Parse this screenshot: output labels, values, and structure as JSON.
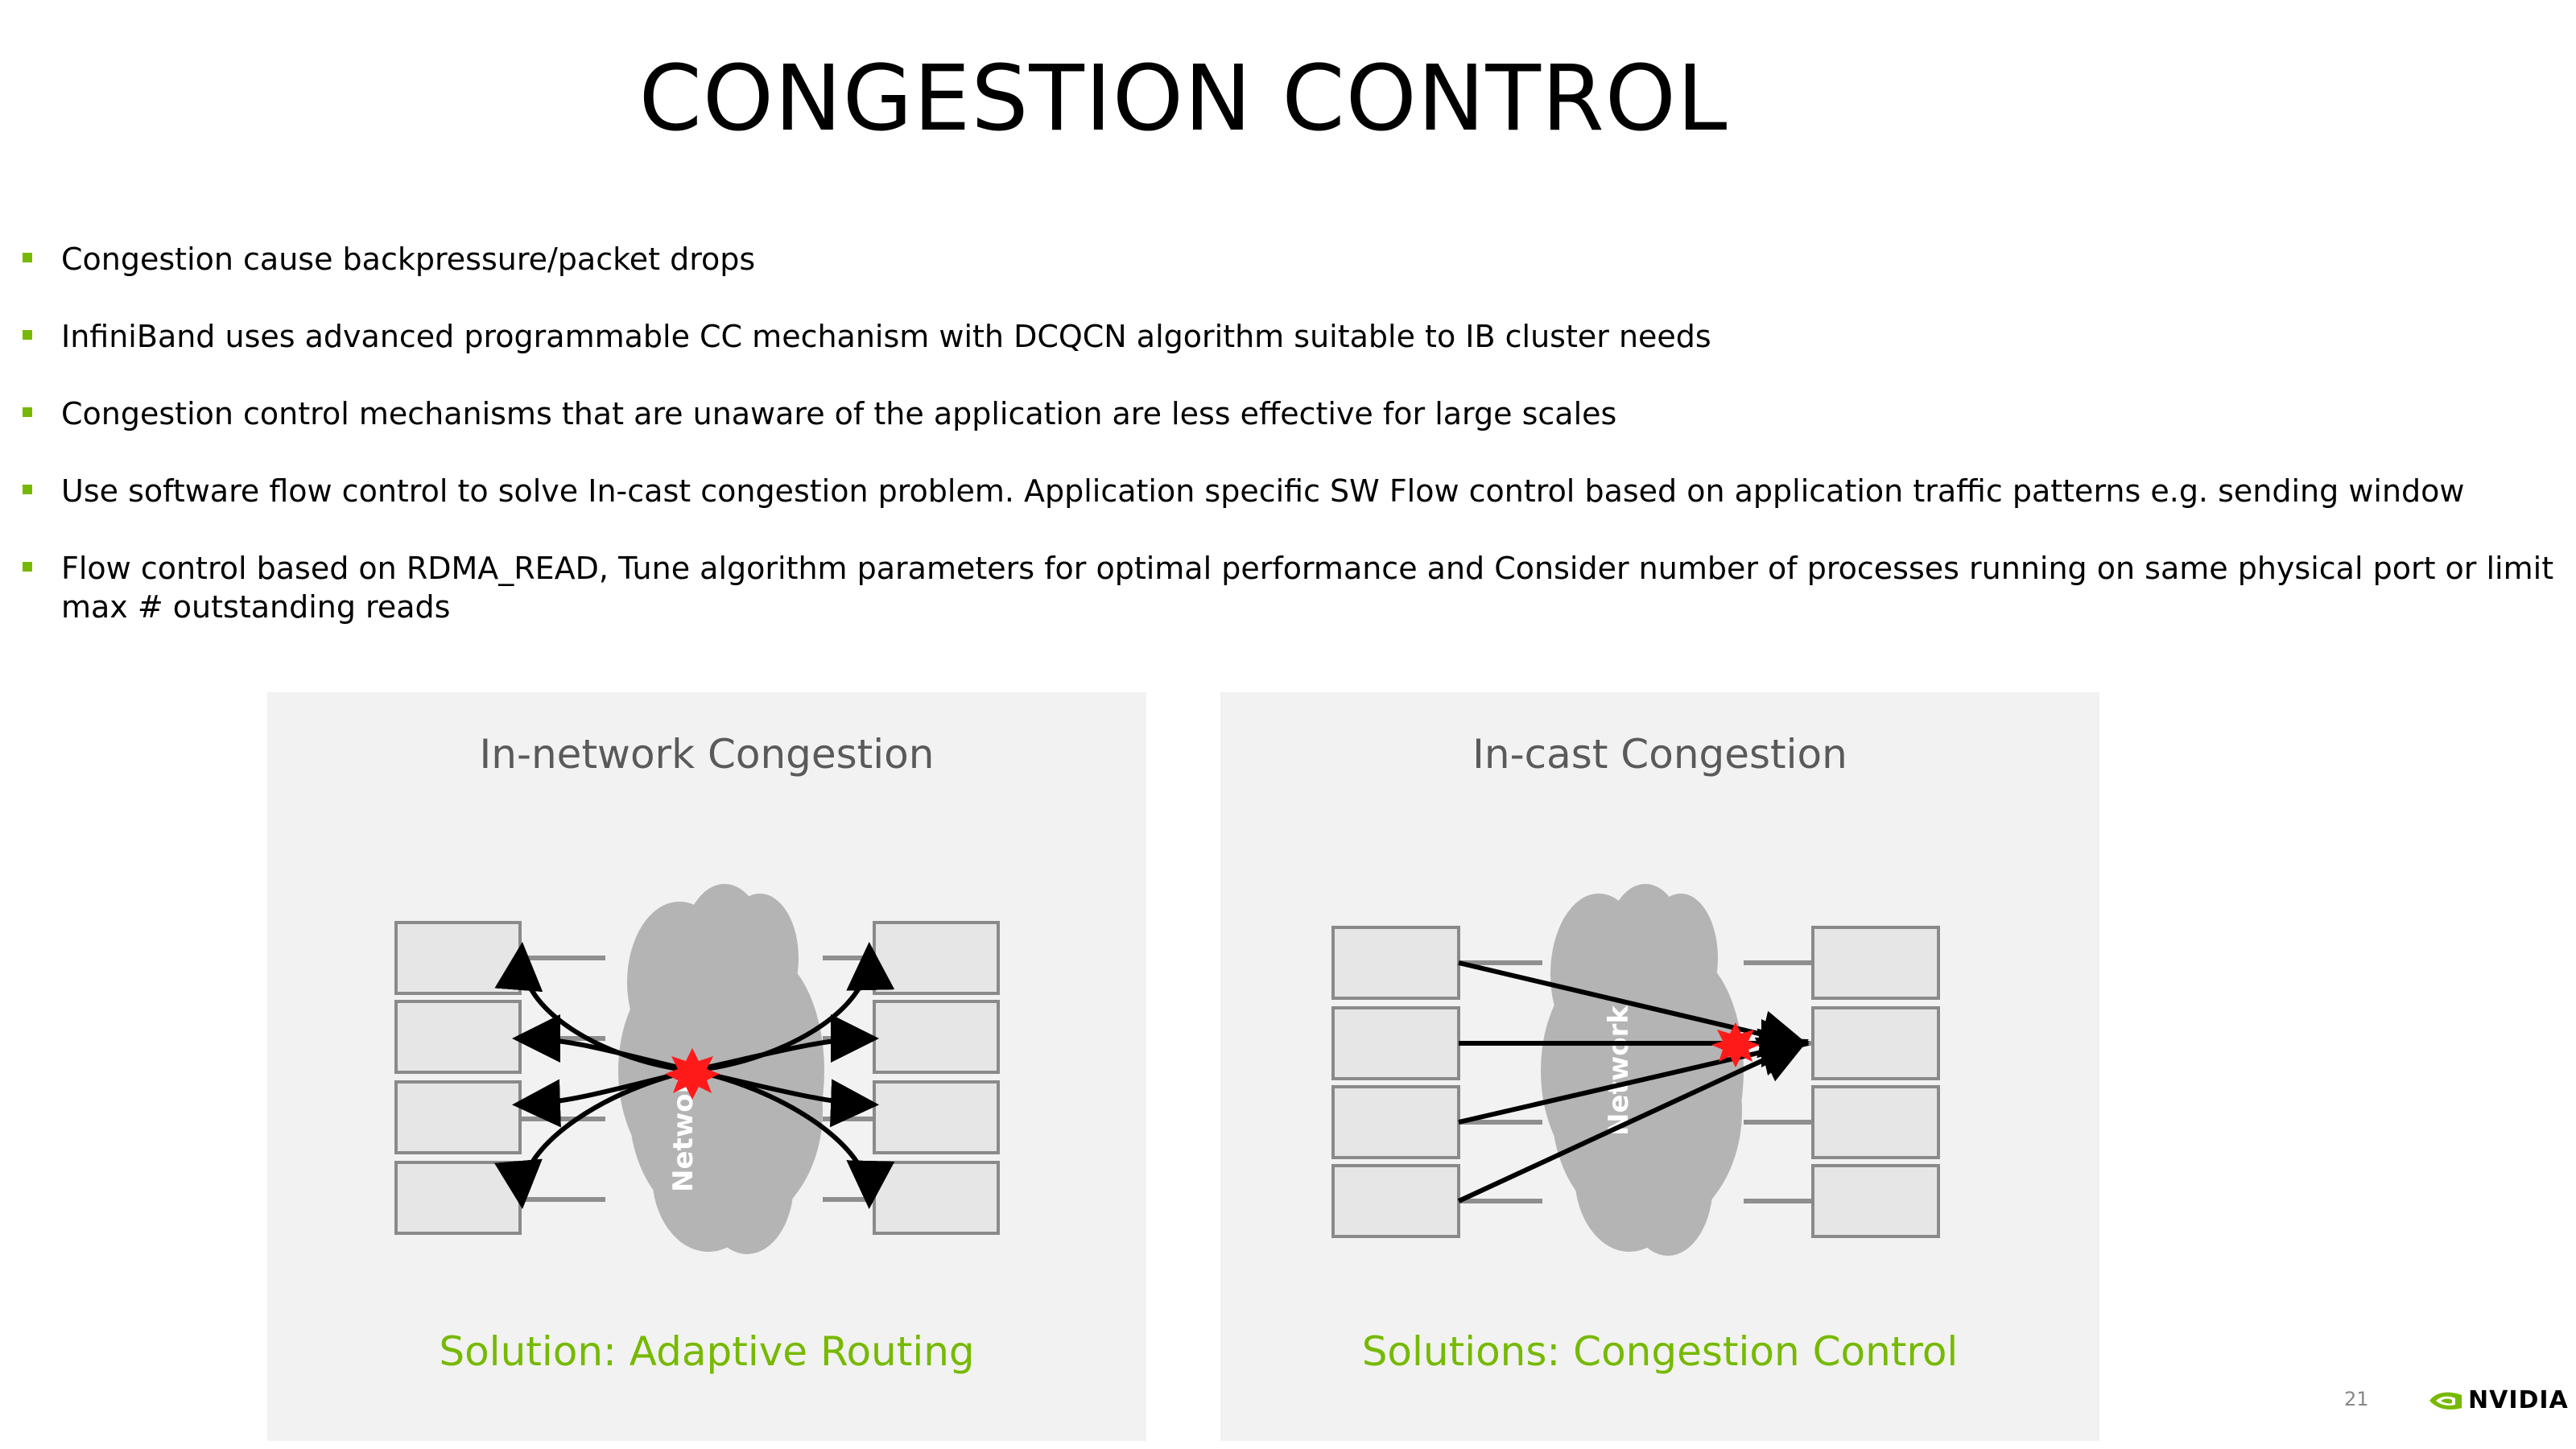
{
  "slide": {
    "title": "CONGESTION CONTROL",
    "page_number": "21",
    "accent_color": "#76b900"
  },
  "bullets": [
    "Congestion cause backpressure/packet drops",
    "InfiniBand uses advanced programmable CC mechanism with DCQCN algorithm suitable to IB cluster needs",
    "Congestion control mechanisms that are unaware of the application are less effective for large scales",
    "Use software flow control to solve In-cast congestion problem. Application specific SW Flow control based on application traffic patterns e.g. sending window",
    "Flow control based on RDMA_READ, Tune algorithm parameters for optimal performance and Consider number of processes running on same physical port or limit max # outstanding reads"
  ],
  "diagrams": {
    "in_network": {
      "title": "In-network Congestion",
      "cloud_label": "Network",
      "solution": "Solution: Adaptive Routing"
    },
    "in_cast": {
      "title": "In-cast Congestion",
      "cloud_label": "Network",
      "solution": "Solutions: Congestion Control"
    }
  },
  "logo": {
    "text": "NVIDIA",
    "icon": "nvidia-eye-icon"
  }
}
